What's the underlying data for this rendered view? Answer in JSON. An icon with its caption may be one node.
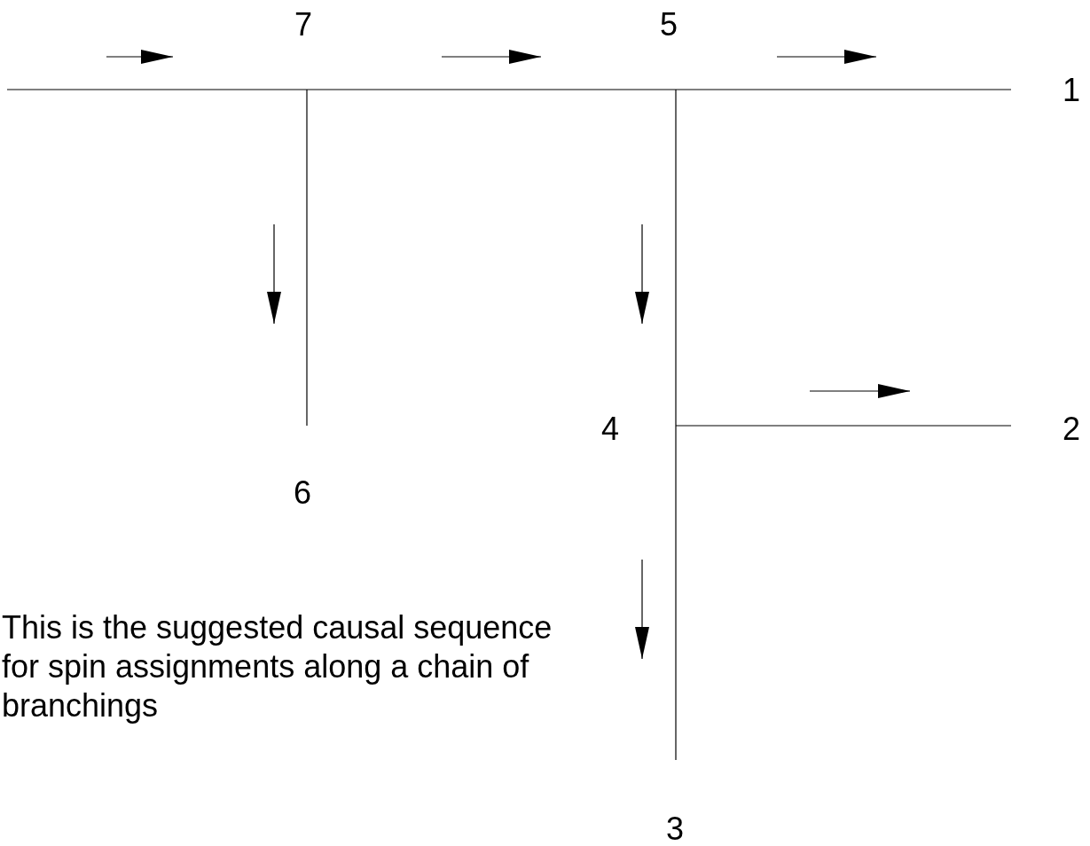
{
  "diagram": {
    "nodes": [
      {
        "text": [
          "7"
        ]
      },
      {
        "text": [
          "5"
        ]
      },
      {
        "text": [
          "1"
        ]
      },
      {
        "text": [
          "6"
        ]
      },
      {
        "text": [
          "4"
        ]
      },
      {
        "text": [
          "2"
        ]
      },
      {
        "text": [
          "3"
        ]
      }
    ],
    "edges": [
      {
        "from": null,
        "to": 0,
        "arrow": "none"
      },
      {
        "from": 0,
        "to": 1,
        "arrow": "none"
      },
      {
        "from": 1,
        "to": 2,
        "arrow": "none"
      },
      {
        "from": 0,
        "to": 3,
        "arrow": "none"
      },
      {
        "from": 1,
        "to": 4,
        "arrow": "none"
      },
      {
        "from": 4,
        "to": 6,
        "arrow": "none"
      },
      {
        "from": 4,
        "to": 5,
        "arrow": "none"
      }
    ],
    "labels": [
      "This is the suggested causal sequence for spin assignments along a chain of branchings"
    ]
  }
}
